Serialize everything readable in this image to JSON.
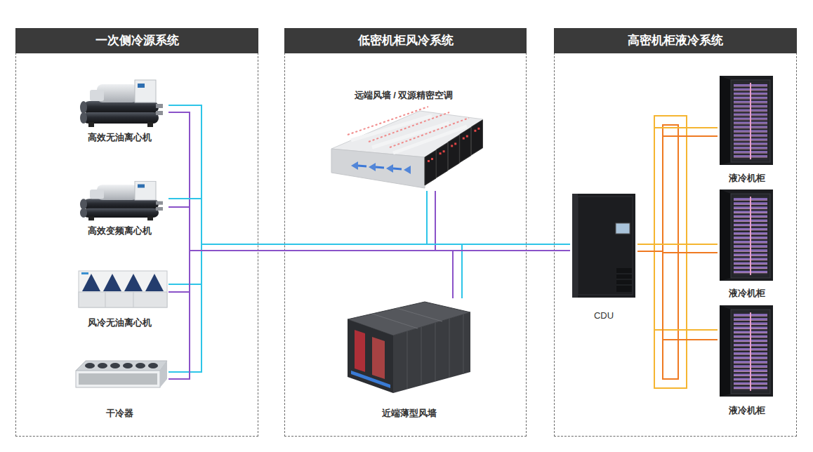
{
  "diagram": {
    "nodes": [
      {
        "text": [
          "一次侧冷源系统"
        ]
      },
      {
        "text": [
          "高效无油离心机"
        ],
        "in": 0
      },
      {
        "text": [
          "高效变频离心机"
        ],
        "in": 0
      },
      {
        "text": [
          "风冷无油离心机"
        ],
        "in": 0
      },
      {
        "text": [
          "干冷器"
        ],
        "in": 0
      },
      {
        "text": [
          "低密机柜风冷系统"
        ]
      },
      {
        "text": [
          "远端风墙 / 双源精密空调"
        ],
        "in": 5
      },
      {
        "text": [
          "近端薄型风墙"
        ],
        "in": 5
      },
      {
        "text": [
          "高密机柜液冷系统"
        ]
      },
      {
        "text": [
          "CDU"
        ],
        "in": 8
      },
      {
        "text": [
          "液冷机柜"
        ],
        "in": 8
      },
      {
        "text": [
          "液冷机柜"
        ],
        "in": 8
      },
      {
        "text": [
          "液冷机柜"
        ],
        "in": 8
      }
    ],
    "edges": [
      {
        "from": 1,
        "to": 6,
        "arrow": "none"
      },
      {
        "from": 1,
        "to": 7,
        "arrow": "none"
      },
      {
        "from": 1,
        "to": 9,
        "arrow": "none"
      },
      {
        "from": 2,
        "to": 6,
        "arrow": "none"
      },
      {
        "from": 2,
        "to": 7,
        "arrow": "none"
      },
      {
        "from": 2,
        "to": 9,
        "arrow": "none"
      },
      {
        "from": 3,
        "to": 6,
        "arrow": "none"
      },
      {
        "from": 3,
        "to": 7,
        "arrow": "none"
      },
      {
        "from": 3,
        "to": 9,
        "arrow": "none"
      },
      {
        "from": 4,
        "to": 6,
        "arrow": "none"
      },
      {
        "from": 4,
        "to": 7,
        "arrow": "none"
      },
      {
        "from": 4,
        "to": 9,
        "arrow": "none"
      },
      {
        "from": 9,
        "to": 10,
        "arrow": "none"
      },
      {
        "from": 9,
        "to": 11,
        "arrow": "none"
      },
      {
        "from": 9,
        "to": 12,
        "arrow": "none"
      }
    ]
  }
}
